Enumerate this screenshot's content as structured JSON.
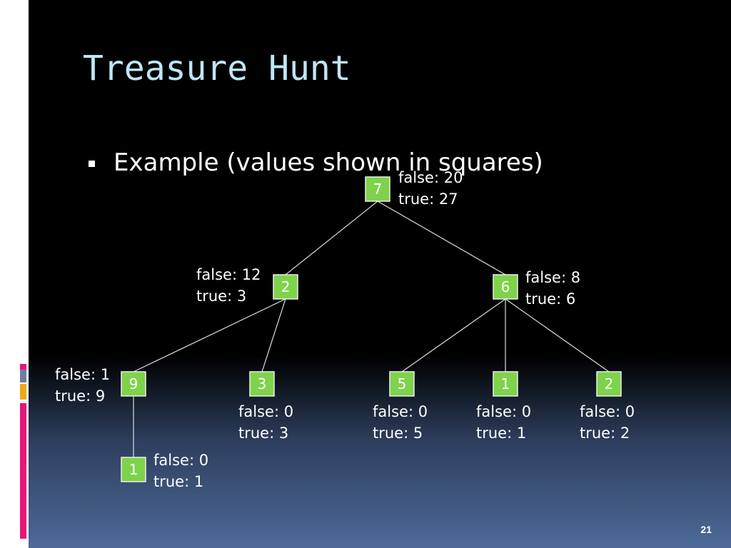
{
  "slide": {
    "title": "Treasure Hunt",
    "bullet": "Example (values shown in squares)",
    "page_number": "21"
  },
  "theme": {
    "node_fill": "#7ed34a",
    "title_color": "#bfe6f5",
    "accent_colors": [
      "#e8157a",
      "#f0a91a",
      "#6f7f9c"
    ]
  },
  "tree": {
    "nodes": [
      {
        "id": "n7",
        "value": "7",
        "false_label": "false: 20",
        "true_label": "true: 27"
      },
      {
        "id": "n2",
        "value": "2",
        "false_label": "false: 12",
        "true_label": "true: 3"
      },
      {
        "id": "n6",
        "value": "6",
        "false_label": "false: 8",
        "true_label": "true: 6"
      },
      {
        "id": "n9",
        "value": "9",
        "false_label": "false: 1",
        "true_label": "true: 9"
      },
      {
        "id": "n3",
        "value": "3",
        "false_label": "false: 0",
        "true_label": "true: 3"
      },
      {
        "id": "n5",
        "value": "5",
        "false_label": "false: 0",
        "true_label": "true: 5"
      },
      {
        "id": "n1a",
        "value": "1",
        "false_label": "false: 0",
        "true_label": "true: 1"
      },
      {
        "id": "n2b",
        "value": "2",
        "false_label": "false: 0",
        "true_label": "true: 2"
      },
      {
        "id": "n1b",
        "value": "1",
        "false_label": "false: 0",
        "true_label": "true: 1"
      }
    ],
    "edges": [
      [
        "n7",
        "n2"
      ],
      [
        "n7",
        "n6"
      ],
      [
        "n2",
        "n9"
      ],
      [
        "n2",
        "n3"
      ],
      [
        "n6",
        "n5"
      ],
      [
        "n6",
        "n1a"
      ],
      [
        "n6",
        "n2b"
      ],
      [
        "n9",
        "n1b"
      ]
    ]
  }
}
